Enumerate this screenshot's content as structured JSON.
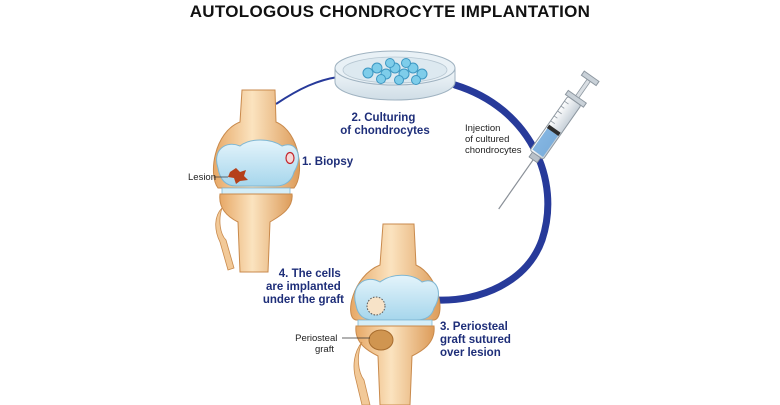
{
  "title": "AUTOLOGOUS CHONDROCYTE IMPLANTATION",
  "steps": {
    "step1": "1. Biopsy",
    "step2_line1": "2. Culturing",
    "step2_line2": "of chondrocytes",
    "step3_line1": "3. Periosteal",
    "step3_line2": "graft sutured",
    "step3_line3": "over lesion",
    "step4_line1": "4. The cells",
    "step4_line2": "are implanted",
    "step4_line3": "under the graft"
  },
  "labels": {
    "lesion": "Lesion",
    "periosteal_line1": "Periosteal",
    "periosteal_line2": "graft",
    "injection_line1": "Injection",
    "injection_line2": "of cultured",
    "injection_line3": "chondrocytes"
  },
  "colors": {
    "cycle_arrow": "#273a9a",
    "bone": "#f0c48d",
    "cartilage": "#bfe3f2",
    "lesion": "#b5401a",
    "graft": "#d09550"
  }
}
